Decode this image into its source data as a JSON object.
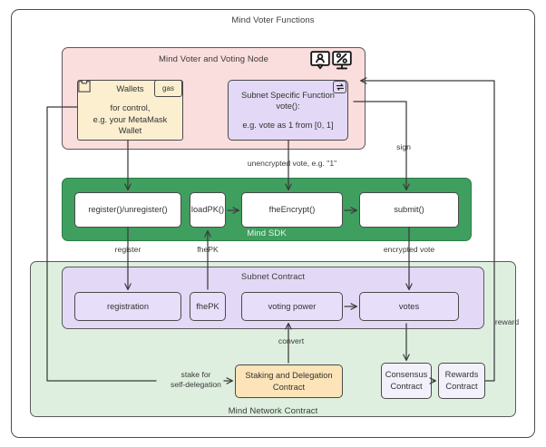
{
  "diagram": {
    "title": "Mind Voter Functions",
    "type": "flow-diagram"
  },
  "groups": {
    "outer": {
      "label": "Mind Voter Functions"
    },
    "voter_node": {
      "label": "Mind Voter and Voting Node",
      "color": "#fadedd"
    },
    "sdk": {
      "label": "Mind SDK",
      "color": "#3f9f5f"
    },
    "network": {
      "label": "Mind Network Contract",
      "color": "#deefdf"
    },
    "subnet": {
      "label": "Subnet Contract",
      "color": "#e3d9f6"
    }
  },
  "icons": {
    "voter": "person-speech-bubble-icon",
    "percent": "percent-monitor-icon",
    "wallet_corner": "clipboard-icon",
    "function_corner": "swap-arrows-icon"
  },
  "nodes": {
    "wallets": {
      "title": "Wallets",
      "body": "for control,\ne.g. your MetaMask Wallet",
      "tag": "gas"
    },
    "subnet_function": {
      "title": "Subnet Specific Function\nvote():",
      "body": "e.g. vote as 1 from [0, 1]"
    },
    "sdk_register": {
      "label": "register()/unregister()"
    },
    "sdk_loadpk": {
      "label": "loadPK()"
    },
    "sdk_fheencrypt": {
      "label": "fheEncrypt()"
    },
    "sdk_submit": {
      "label": "submit()"
    },
    "sc_registration": {
      "label": "registration"
    },
    "sc_fhepk": {
      "label": "fhePK"
    },
    "sc_voting_power": {
      "label": "voting power"
    },
    "sc_votes": {
      "label": "votes"
    },
    "staking": {
      "label": "Staking and Delegation Contract"
    },
    "consensus": {
      "label": "Consensus\nContract"
    },
    "rewards": {
      "label": "Rewards\nContract"
    }
  },
  "edges": {
    "unencrypted_vote": "unencrypted vote, e.g. \"1\"",
    "sign": "sign",
    "register": "register",
    "fhepk": "fhePK",
    "encrypted_vote": "encrypted vote",
    "convert": "convert",
    "stake": "stake for\nself-delegation",
    "reward": "reward"
  },
  "colors": {
    "pink": "#fadedd",
    "green": "#3f9f5f",
    "light_green": "#deefdf",
    "purple": "#e3d9f6",
    "cream": "#fcefd0",
    "orange": "#fce3b8",
    "stroke": "#4a4a4a"
  }
}
